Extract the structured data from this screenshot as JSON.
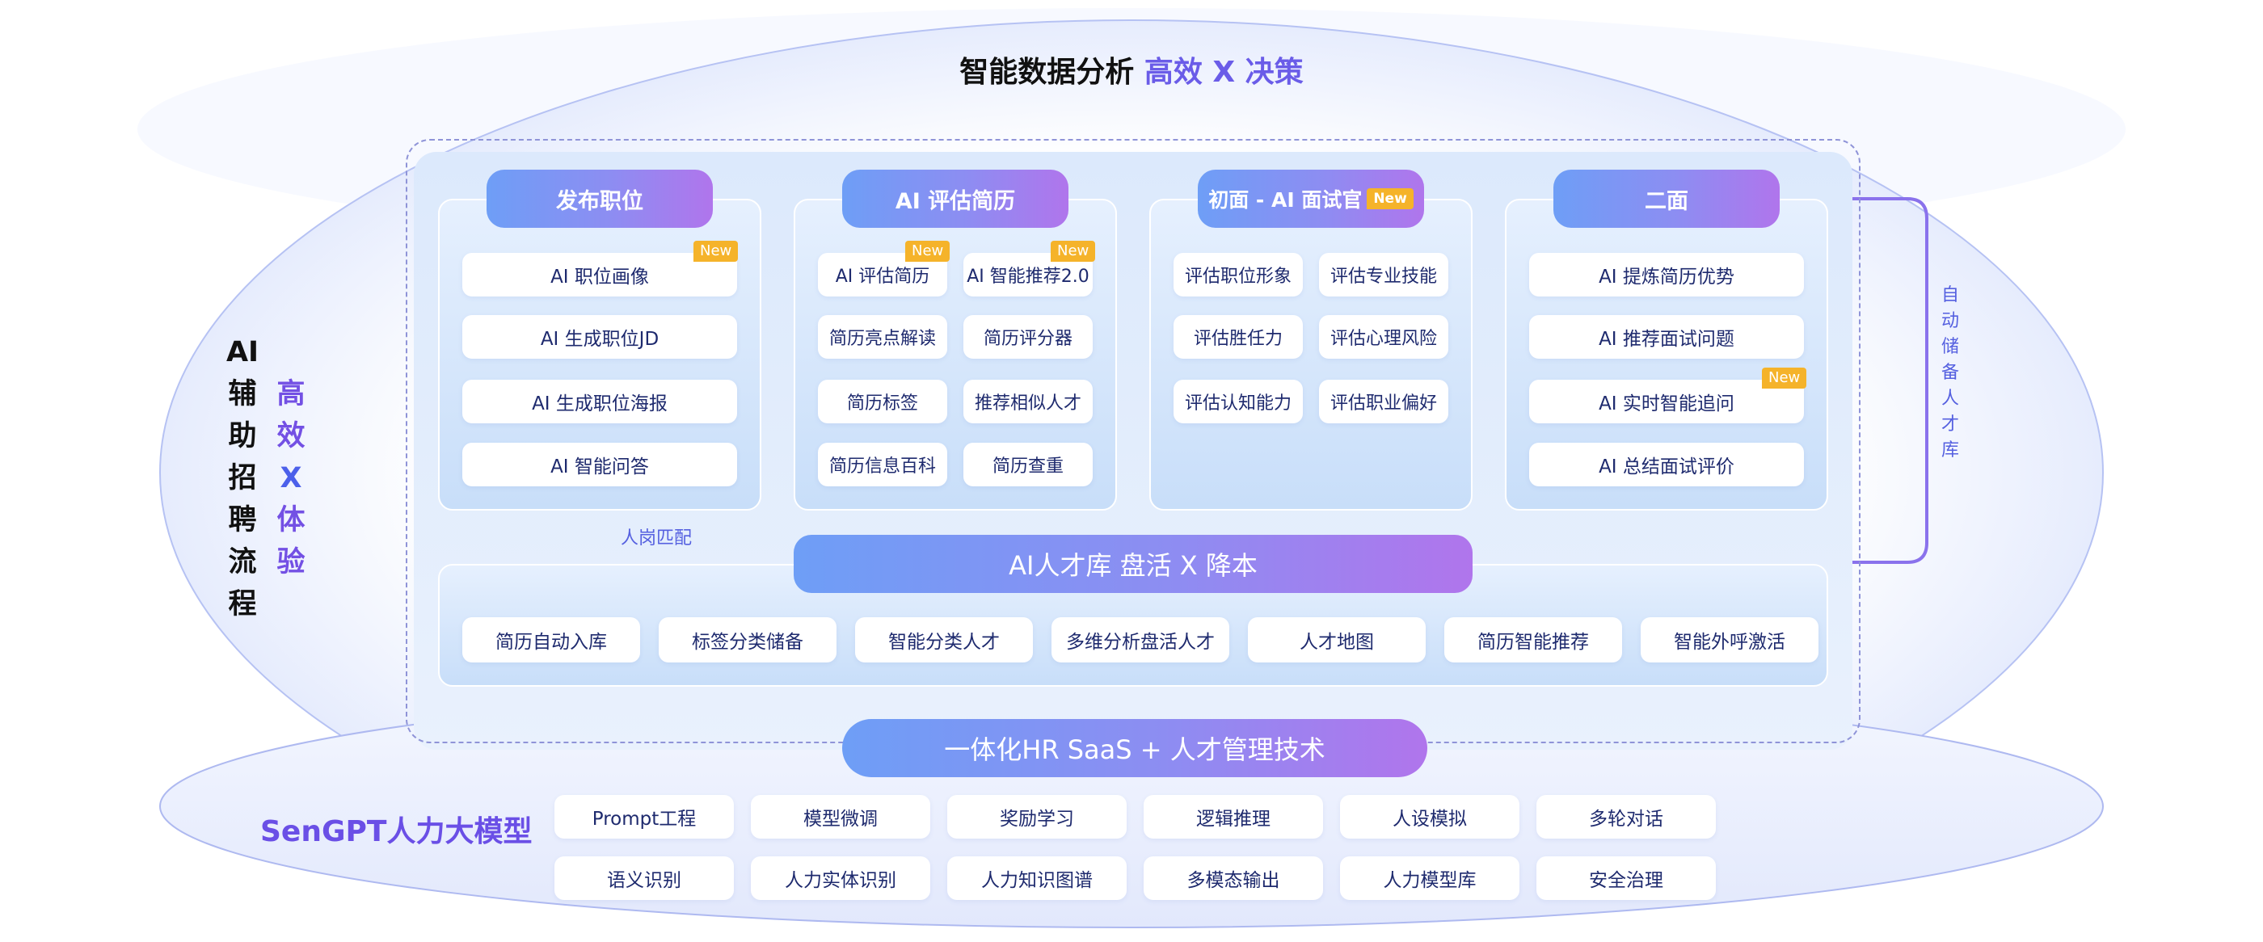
{
  "header": {
    "title_main": "智能数据分析",
    "title_accent": "高效 X 决策"
  },
  "side": {
    "col1": [
      "AI",
      "辅",
      "助",
      "招",
      "聘",
      "流",
      "程"
    ],
    "col2": [
      "高",
      "效",
      "X",
      "体",
      "验"
    ]
  },
  "badge_new": "New",
  "sections": [
    {
      "title": "发布职位",
      "items": [
        "AI 职位画像",
        "AI 生成职位JD",
        "AI 生成职位海报",
        "AI 智能问答"
      ]
    },
    {
      "title": "AI 评估简历",
      "items": [
        "AI 评估简历",
        "AI 智能推荐2.0",
        "简历亮点解读",
        "简历评分器",
        "简历标签",
        "推荐相似人才",
        "简历信息百科",
        "简历查重"
      ]
    },
    {
      "title": "初面 - AI 面试官",
      "items": [
        "评估职位形象",
        "评估专业技能",
        "评估胜任力",
        "评估心理风险",
        "评估认知能力",
        "评估职业偏好"
      ]
    },
    {
      "title": "二面",
      "items": [
        "AI 提炼简历优势",
        "AI 推荐面试问题",
        "AI 实时智能追问",
        "AI 总结面试评价"
      ]
    }
  ],
  "auto_store_chars": [
    "自",
    "动",
    "储",
    "备",
    "人",
    "才",
    "库"
  ],
  "match_label": "人岗匹配",
  "talent_pool": {
    "title": "AI人才库 盘活 X 降本",
    "items": [
      "简历自动入库",
      "标签分类储备",
      "智能分类人才",
      "多维分析盘活人才",
      "人才地图",
      "简历智能推荐",
      "智能外呼激活"
    ]
  },
  "saas": {
    "title": "一体化HR SaaS + 人才管理技术"
  },
  "model": {
    "title": "SenGPT人力大模型",
    "row1": [
      "Prompt工程",
      "模型微调",
      "奖励学习",
      "逻辑推理",
      "人设模拟",
      "多轮对话"
    ],
    "row2": [
      "语义识别",
      "人力实体识别",
      "人力知识图谱",
      "多模态输出",
      "人力模型库",
      "安全治理"
    ]
  },
  "colors": {
    "accent_purple": "#6a5ce8",
    "pill_start": "#6e9ef6",
    "pill_end": "#b075ec",
    "badge": "#f5b32a",
    "text": "#1e2a6e"
  }
}
